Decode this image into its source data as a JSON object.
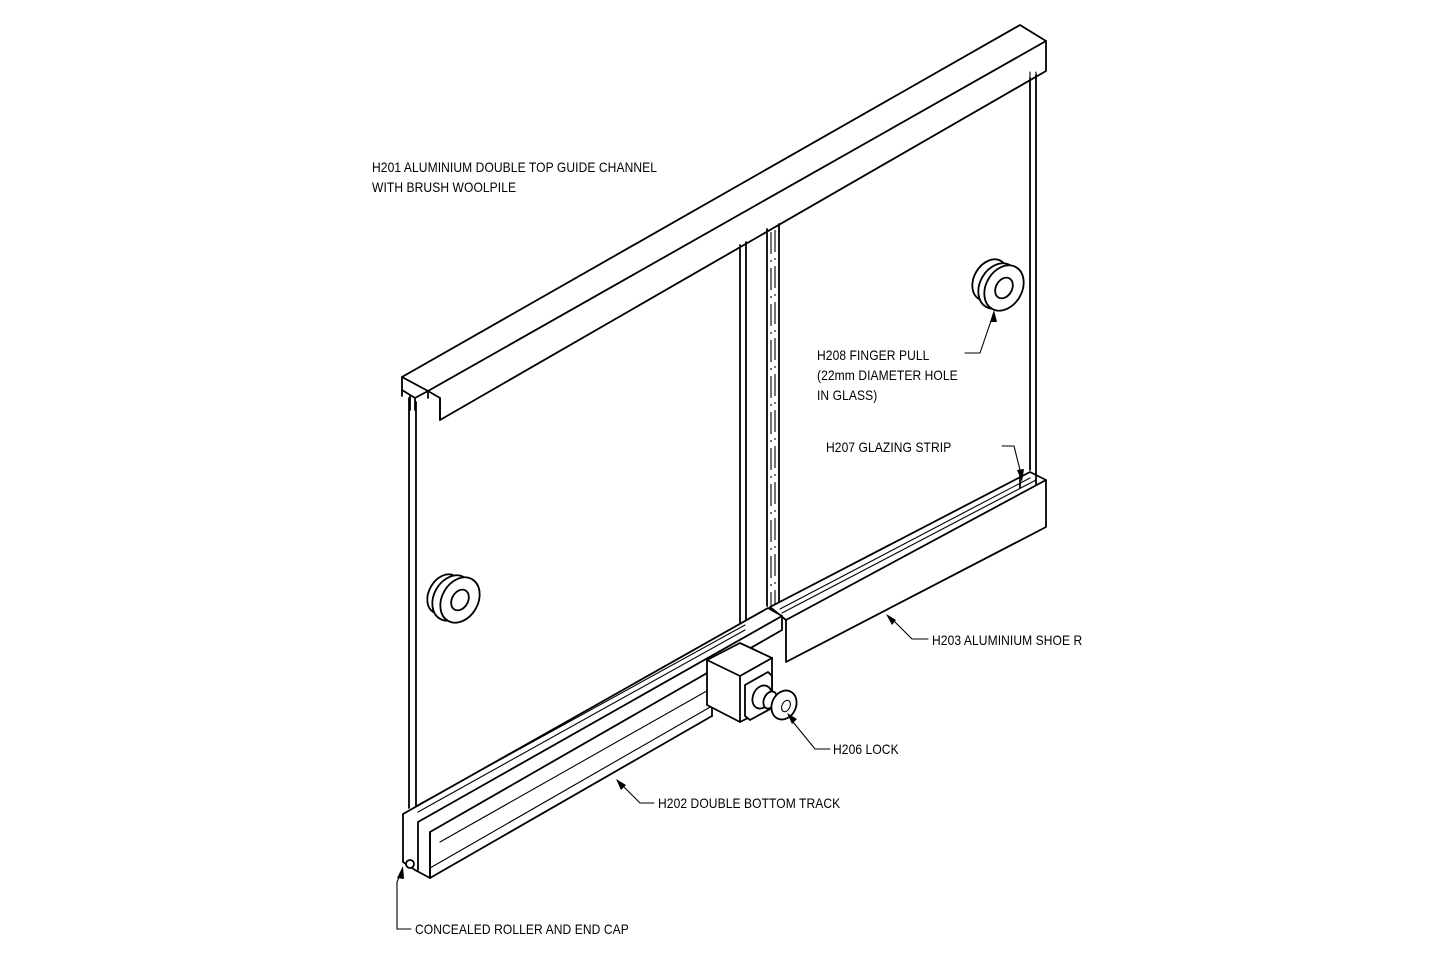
{
  "labels": {
    "top_channel_line1": "H201 ALUMINIUM DOUBLE TOP GUIDE CHANNEL",
    "top_channel_line2": "WITH BRUSH WOOLPILE",
    "finger_pull_line1": "H208 FINGER PULL",
    "finger_pull_line2": "(22mm DIAMETER HOLE",
    "finger_pull_line3": "IN GLASS)",
    "glazing_strip": "H207 GLAZING STRIP",
    "shoe": "H203 ALUMINIUM SHOE R",
    "lock": "H206 LOCK",
    "bottom_track": "H202 DOUBLE BOTTOM TRACK",
    "roller": "CONCEALED ROLLER AND END CAP"
  },
  "colors": {
    "line": "#000000",
    "background": "#ffffff"
  }
}
